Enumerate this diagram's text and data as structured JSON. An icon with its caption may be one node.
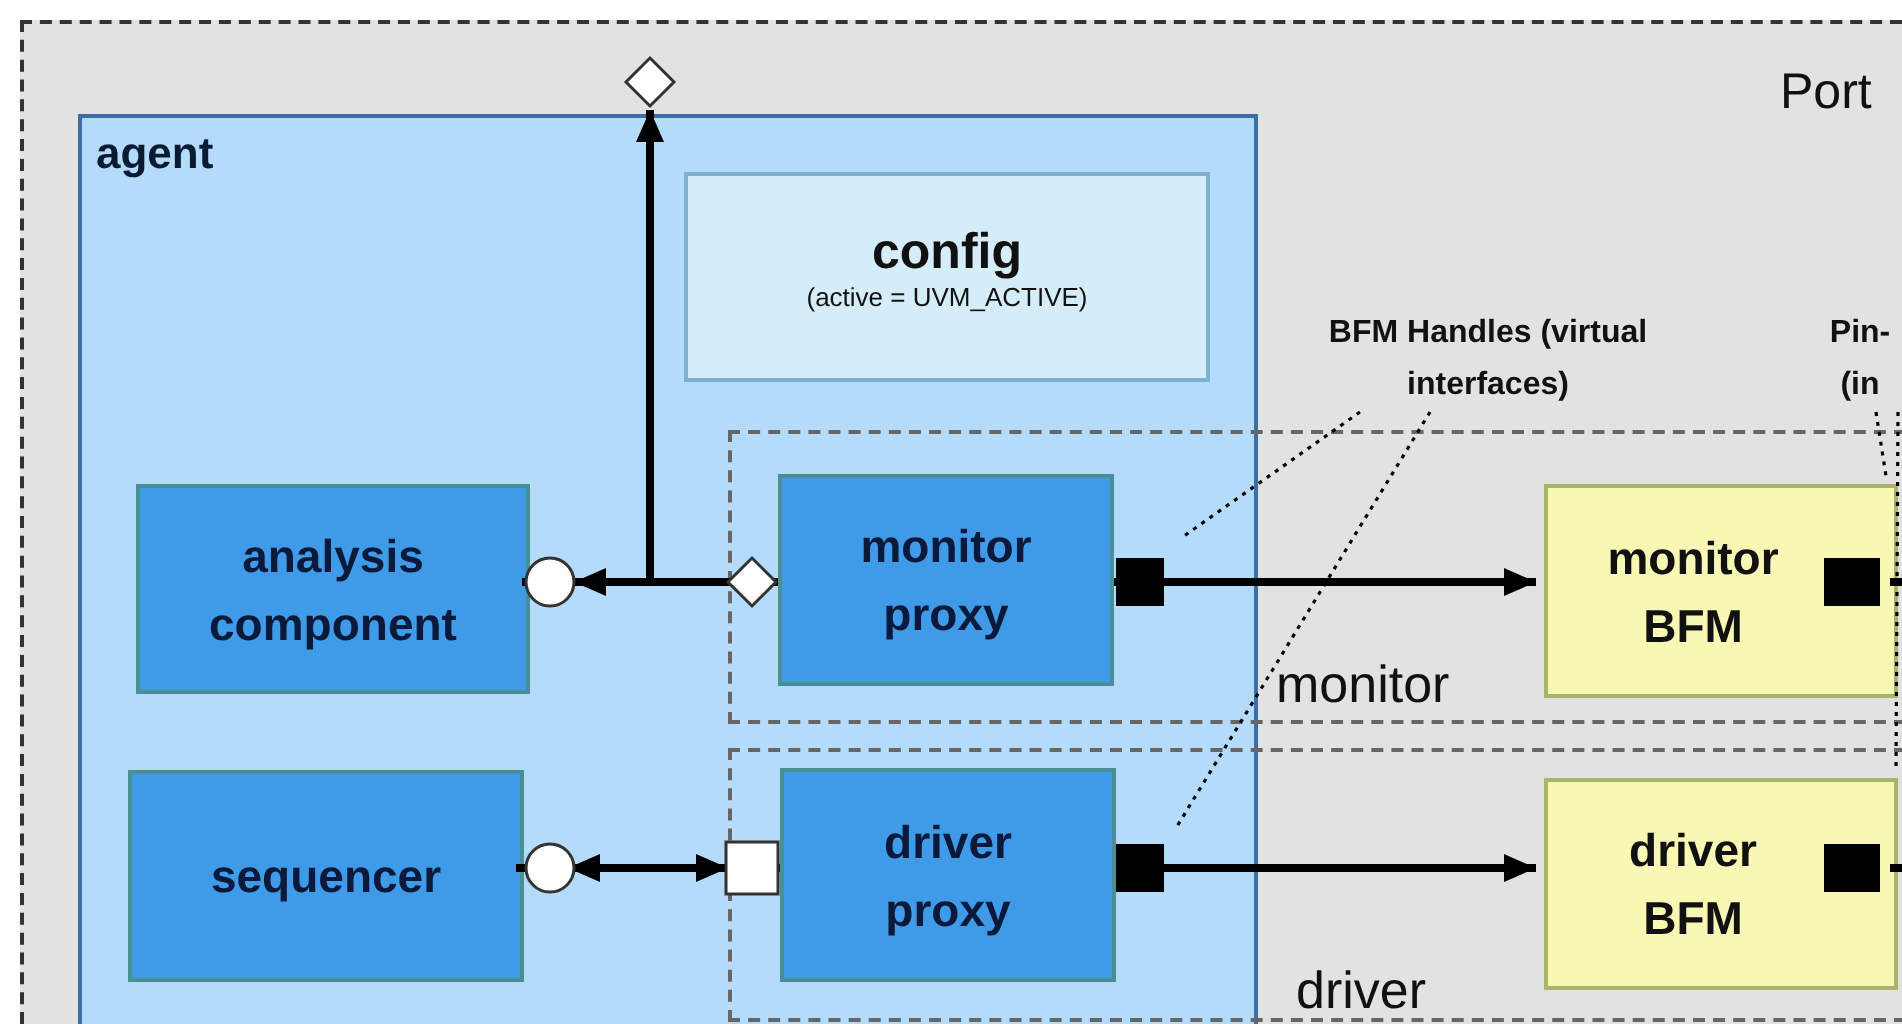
{
  "diagram": {
    "nodes": [
      {
        "text": [
          "Port"
        ]
      },
      {
        "text": [
          "agent"
        ],
        "in": 0
      },
      {
        "text": [
          "config",
          "(active = UVM_ACTIVE)"
        ],
        "in": 1
      },
      {
        "text": [
          "monitor"
        ],
        "in": 0
      },
      {
        "text": [
          "driver"
        ],
        "in": 0
      },
      {
        "text": [
          "analysis component"
        ],
        "in": 1
      },
      {
        "text": [
          "sequencer"
        ],
        "in": 1
      },
      {
        "text": [
          "monitor proxy"
        ]
      },
      {
        "text": [
          "driver proxy"
        ]
      },
      {
        "text": [
          "monitor BFM"
        ],
        "in": 3
      },
      {
        "text": [
          "driver BFM"
        ],
        "in": 4
      },
      {
        "text": [
          "BFM Handles (virtual interfaces)"
        ],
        "in": 0
      },
      {
        "text": [
          "Pin- (in"
        ],
        "in": 0
      }
    ],
    "edges": [
      {
        "from": 7,
        "to": 5,
        "arrow": "to"
      },
      {
        "from": 7,
        "to": 1,
        "arrow": "to"
      },
      {
        "from": 6,
        "to": 8,
        "arrow": "both"
      },
      {
        "from": 7,
        "to": 9,
        "arrow": "to"
      },
      {
        "from": 8,
        "to": 10,
        "arrow": "to"
      },
      {
        "from": 11,
        "to": 7,
        "arrow": "none",
        "style": "dashed"
      },
      {
        "from": 11,
        "to": 8,
        "arrow": "none",
        "style": "dashed"
      },
      {
        "from": 12,
        "to": 9,
        "arrow": "none",
        "style": "dashed"
      },
      {
        "from": 12,
        "to": 10,
        "arrow": "none",
        "style": "dashed"
      },
      {
        "from": 9,
        "to": null,
        "arrow": "none"
      },
      {
        "from": 10,
        "to": null,
        "arrow": "none"
      }
    ]
  }
}
